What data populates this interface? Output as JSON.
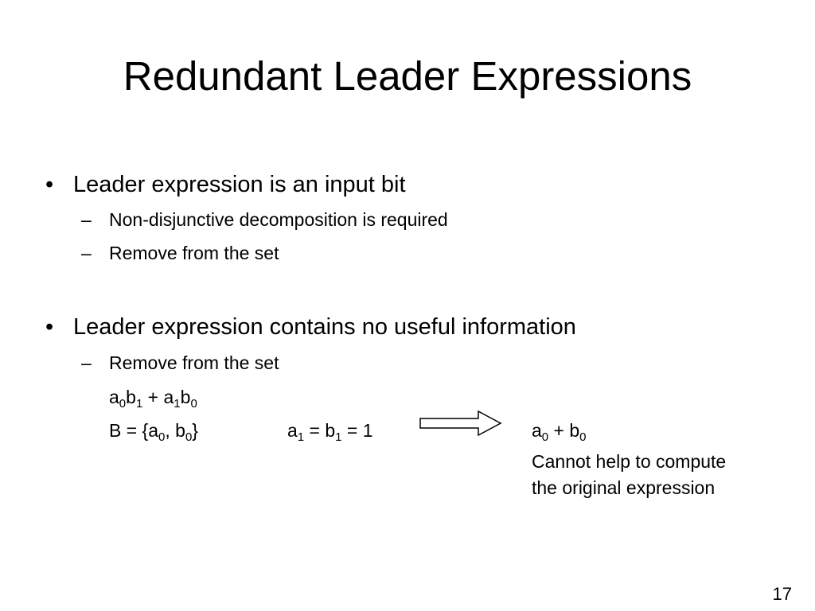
{
  "slide": {
    "title": "Redundant Leader Expressions",
    "bullet_char": "•",
    "dash_char": "–",
    "section1": {
      "heading": "Leader expression is an input bit",
      "items": [
        "Non-disjunctive decomposition is required",
        "Remove from the set"
      ]
    },
    "section2": {
      "heading": "Leader expression contains no useful information",
      "items": [
        "Remove from the set"
      ]
    },
    "example": {
      "expression": {
        "t1": "a",
        "s1": "0",
        "t2": "b",
        "s2": "1",
        "t3": " + a",
        "s3": "1",
        "t4": "b",
        "s4": "0"
      },
      "set": {
        "t1": "B = {a",
        "s1": "0",
        "t2": ", b",
        "s2": "0",
        "t3": "}"
      },
      "condition": {
        "t1": "a",
        "s1": "1",
        "t2": " = b",
        "s2": "1",
        "t3": " = 1"
      },
      "result": {
        "t1": "a",
        "s1": "0",
        "t2": " + b",
        "s2": "0"
      },
      "note_line1": "Cannot help to compute",
      "note_line2": "the original expression"
    },
    "page_number": "17"
  }
}
